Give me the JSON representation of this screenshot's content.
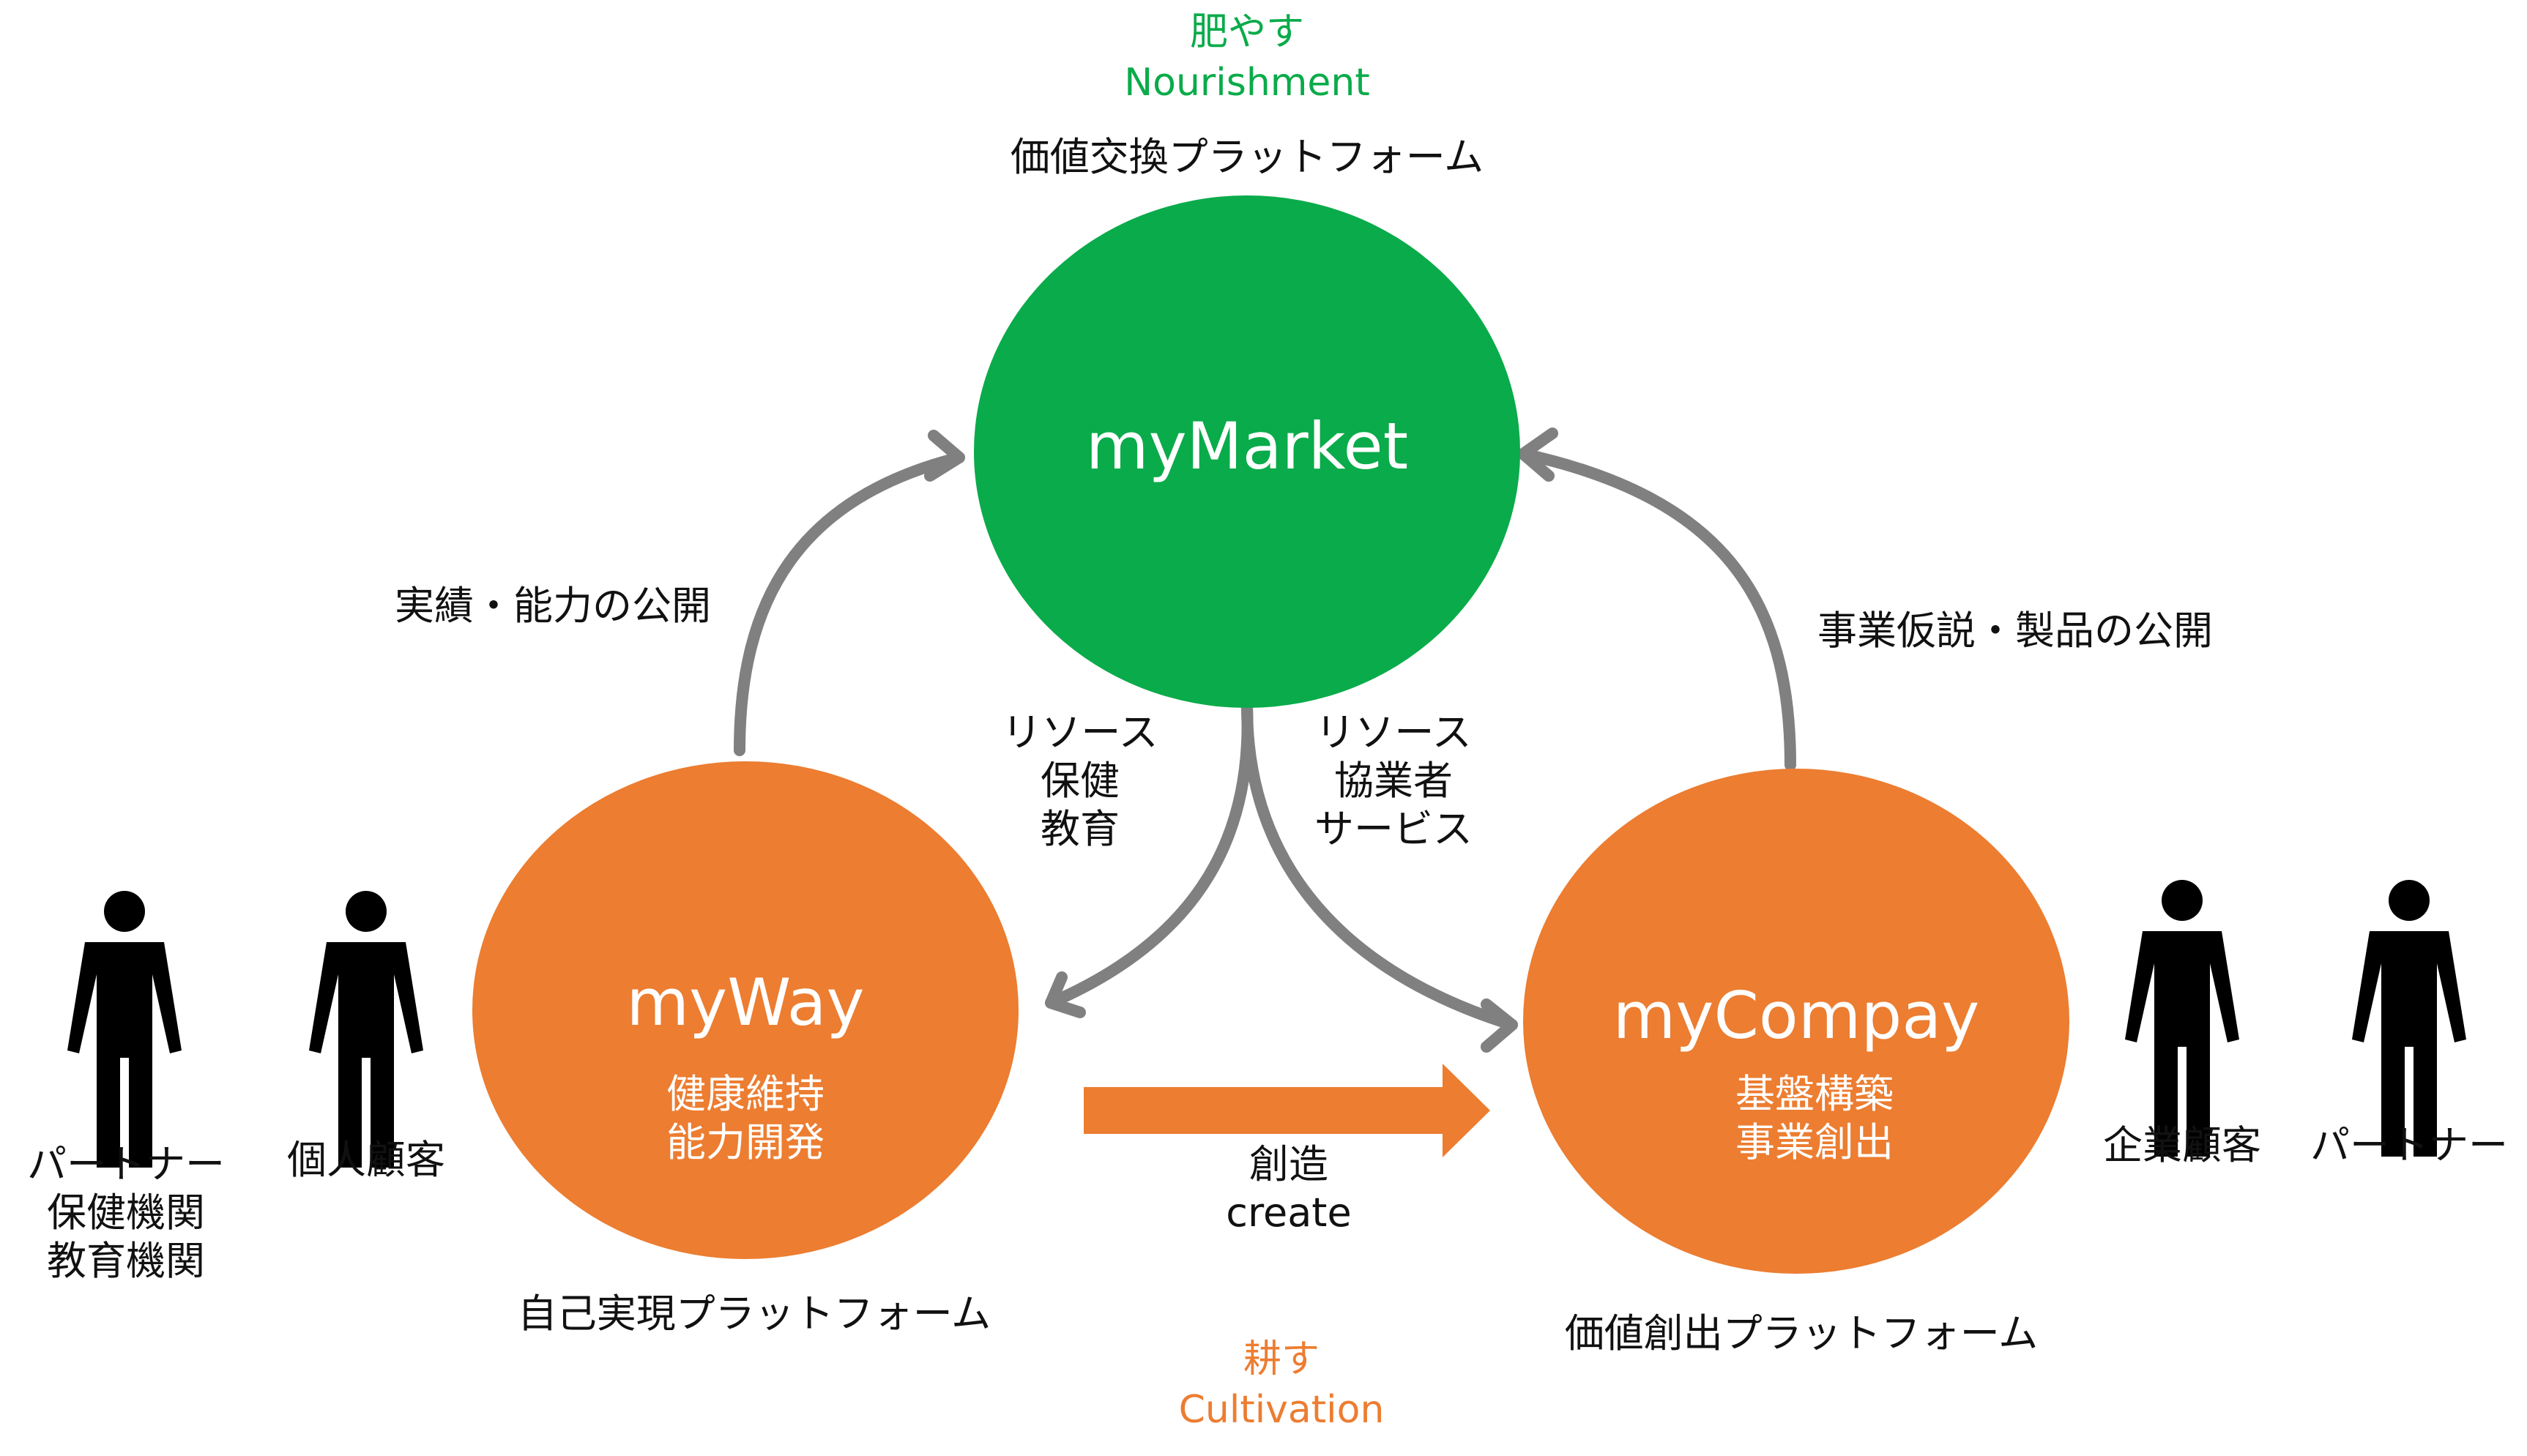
{
  "top": {
    "jp": "肥やす",
    "en": "Nourishment",
    "color": "#0aab4a"
  },
  "bottom": {
    "jp": "耕す",
    "en": "Cultivation",
    "color": "#ec7d31"
  },
  "market": {
    "name": "myMarket",
    "platform": "価値交換プラットフォーム",
    "color": "#0aab4a"
  },
  "way": {
    "name": "myWay",
    "lines": [
      "健康維持",
      "能力開発"
    ],
    "platform": "自己実現プラットフォーム",
    "color": "#ec7d31"
  },
  "company": {
    "name": "myCompay",
    "lines": [
      "基盤構築",
      "事業創出"
    ],
    "platform": "価値創出プラットフォーム",
    "color": "#ec7d31"
  },
  "arrows": {
    "way_to_market": "実績・能力の公開",
    "company_to_market": "事業仮説・製品の公開",
    "market_to_way": [
      "リソース",
      "保健",
      "教育"
    ],
    "market_to_company": [
      "リソース",
      "協業者",
      "サービス"
    ],
    "create": [
      "創造",
      "create"
    ],
    "arrow_color": "#808080"
  },
  "people": {
    "left_outer": [
      "パートナー",
      "保健機関",
      "教育機関"
    ],
    "left_inner": "個人顧客",
    "right_inner": "企業顧客",
    "right_outer": "パートナー"
  }
}
